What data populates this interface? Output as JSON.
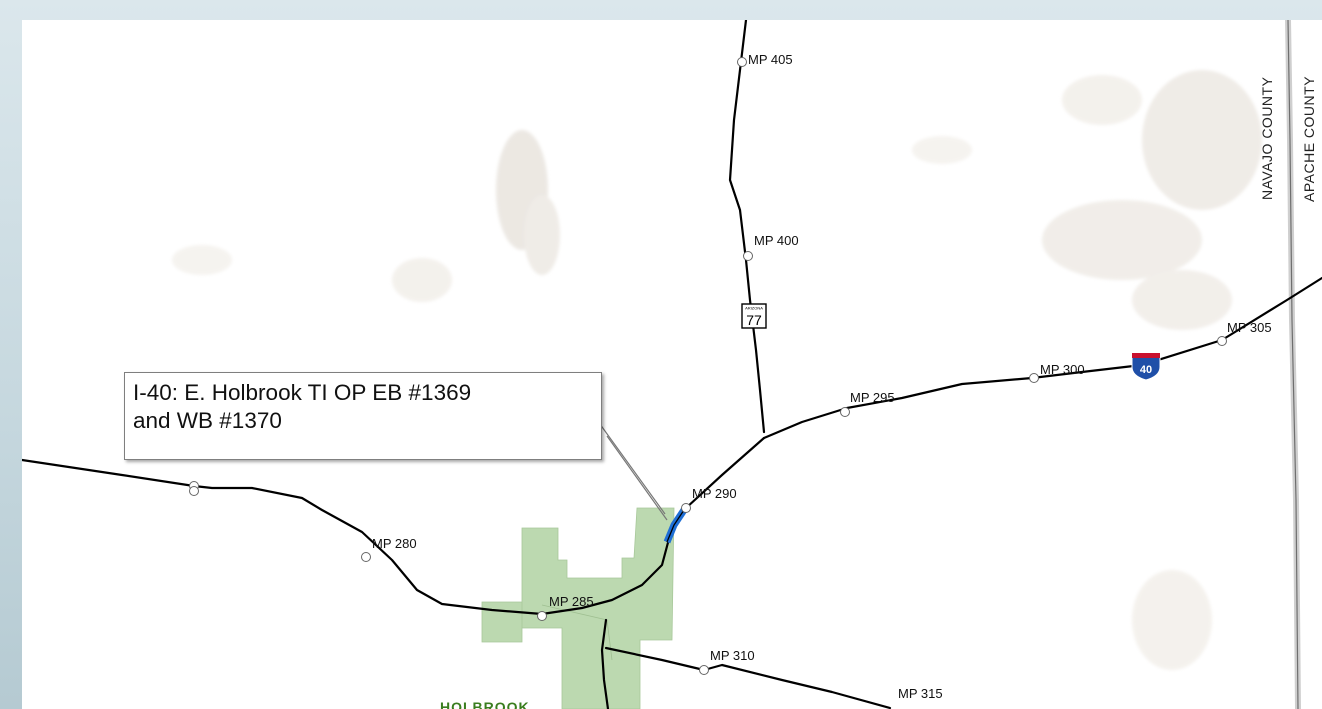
{
  "callout": {
    "line1": "I-40: E. Holbrook TI OP EB #1369",
    "line2": "and WB #1370"
  },
  "counties": [
    "NAVAJO COUNTY",
    "APACHE COUNTY"
  ],
  "city": "HOLBROOK",
  "route_shields": {
    "state_route": "77",
    "state_route_header": "ARIZONA",
    "interstate": "40"
  },
  "mileposts": {
    "mp405": "MP 405",
    "mp400": "MP 400",
    "mp305": "MP 305",
    "mp300": "MP 300",
    "mp295": "MP 295",
    "mp290": "MP 290",
    "mp280": "MP 280",
    "mp285": "MP 285",
    "mp310": "MP 310",
    "mp315": "MP 315"
  },
  "colors": {
    "road": "#000000",
    "highlight": "#1f6fd6",
    "city_fill": "#bcd9b0",
    "city_label": "#3a7d1f",
    "interstate_blue": "#1f4fa8",
    "interstate_red": "#c8102e"
  }
}
